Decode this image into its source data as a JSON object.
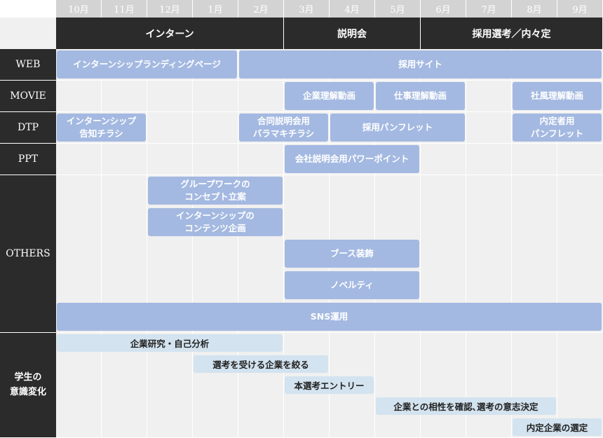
{
  "months": [
    "10月",
    "11月",
    "12月",
    "1月",
    "2月",
    "3月",
    "4月",
    "5月",
    "6月",
    "7月",
    "8月",
    "9月"
  ],
  "phases": [
    {
      "label": "インターン",
      "start": 0,
      "end": 5
    },
    {
      "label": "説明会",
      "start": 5,
      "end": 8
    },
    {
      "label": "採用選考／内々定",
      "start": 8,
      "end": 12
    }
  ],
  "rows": [
    {
      "id": "web",
      "label": "WEB",
      "lanes": 1
    },
    {
      "id": "movie",
      "label": "MOVIE",
      "lanes": 1
    },
    {
      "id": "dtp",
      "label": "DTP",
      "lanes": 1
    },
    {
      "id": "ppt",
      "label": "PPT",
      "lanes": 1
    },
    {
      "id": "others",
      "label": "OTHERS",
      "lanes": 5
    },
    {
      "id": "student",
      "label": "学生の\n意識変化",
      "lanes": 5
    }
  ],
  "tasks": [
    {
      "row": "web",
      "lane": 0,
      "start": 0,
      "end": 4,
      "label": "インターンシップランディングページ"
    },
    {
      "row": "web",
      "lane": 0,
      "start": 4,
      "end": 12,
      "label": "採用サイト"
    },
    {
      "row": "movie",
      "lane": 0,
      "start": 5,
      "end": 7,
      "label": "企業理解動画"
    },
    {
      "row": "movie",
      "lane": 0,
      "start": 7,
      "end": 9,
      "label": "仕事理解動画"
    },
    {
      "row": "movie",
      "lane": 0,
      "start": 10,
      "end": 12,
      "label": "社風理解動画"
    },
    {
      "row": "dtp",
      "lane": 0,
      "start": 0,
      "end": 2,
      "label": "インターンシップ\n告知チラシ"
    },
    {
      "row": "dtp",
      "lane": 0,
      "start": 4,
      "end": 6,
      "label": "合同説明会用\nバラマキチラシ"
    },
    {
      "row": "dtp",
      "lane": 0,
      "start": 6,
      "end": 9,
      "label": "採用パンフレット"
    },
    {
      "row": "dtp",
      "lane": 0,
      "start": 10,
      "end": 12,
      "label": "内定者用\nパンフレット"
    },
    {
      "row": "ppt",
      "lane": 0,
      "start": 5,
      "end": 8,
      "label": "会社説明会用パワーポイント"
    },
    {
      "row": "others",
      "lane": 0,
      "start": 2,
      "end": 5,
      "label": "グループワークの\nコンセプト立案"
    },
    {
      "row": "others",
      "lane": 1,
      "start": 2,
      "end": 5,
      "label": "インターンシップの\nコンテンツ企画"
    },
    {
      "row": "others",
      "lane": 2,
      "start": 5,
      "end": 8,
      "label": "ブース装飾"
    },
    {
      "row": "others",
      "lane": 3,
      "start": 5,
      "end": 8,
      "label": "ノベルティ"
    },
    {
      "row": "others",
      "lane": 4,
      "start": 0,
      "end": 12,
      "label": "SNS運用"
    },
    {
      "row": "student",
      "lane": 0,
      "start": 0,
      "end": 5,
      "label": "企業研究・自己分析",
      "style": "light"
    },
    {
      "row": "student",
      "lane": 1,
      "start": 3,
      "end": 6,
      "label": "選考を受ける企業を絞る",
      "style": "light"
    },
    {
      "row": "student",
      "lane": 2,
      "start": 5,
      "end": 7,
      "label": "本選考エントリー",
      "style": "light"
    },
    {
      "row": "student",
      "lane": 3,
      "start": 7,
      "end": 11,
      "label": "企業との相性を確認､選考の意志決定",
      "style": "light"
    },
    {
      "row": "student",
      "lane": 4,
      "start": 10,
      "end": 12,
      "label": "内定企業の選定",
      "style": "light"
    }
  ],
  "colors": {
    "header_bg": "#2b2b2b",
    "month_bg": "#d3d3d3",
    "grid_bg": "#f0f0f0",
    "bar": "#a4b9e1",
    "bar_light": "#d3e3ef"
  }
}
